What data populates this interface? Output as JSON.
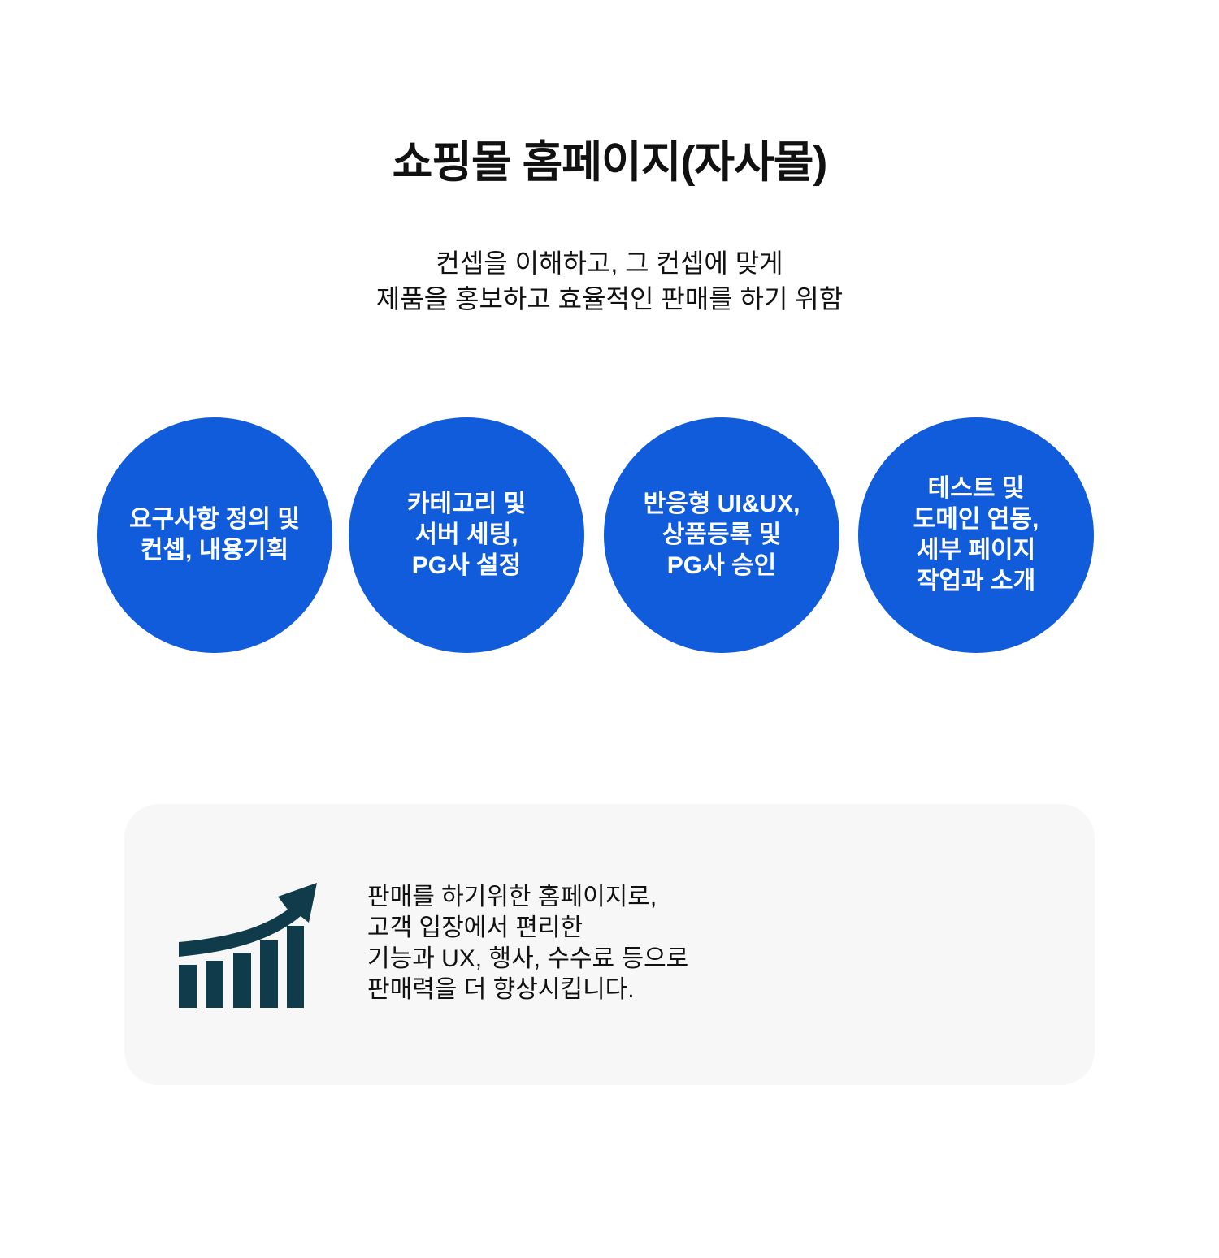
{
  "title": "쇼핑몰 홈페이지(자사몰)",
  "subtitle": [
    "컨셉을 이해하고, 그 컨셉에 맞게",
    "제품을 홍보하고 효율적인 판매를 하기 위함"
  ],
  "steps": [
    {
      "lines": [
        "요구사항 정의 및",
        "컨셉, 내용기획"
      ]
    },
    {
      "lines": [
        "카테고리 및",
        "서버 세팅,",
        "PG사 설정"
      ]
    },
    {
      "lines": [
        "반응형 UI&UX,",
        "상품등록 및",
        "PG사 승인"
      ]
    },
    {
      "lines": [
        "테스트 및",
        "도메인 연동,",
        "세부 페이지",
        "작업과 소개"
      ]
    }
  ],
  "summary": {
    "icon": "growth-chart-icon",
    "lines": [
      "판매를 하기위한 홈페이지로,",
      "고객 입장에서 편리한",
      "기능과 UX, 행사, 수수료 등으로",
      "판매력을 더 향상시킵니다."
    ]
  },
  "colors": {
    "accent": "#115cdb",
    "icon": "#0f3b4a",
    "panel": "#f7f7f7"
  }
}
